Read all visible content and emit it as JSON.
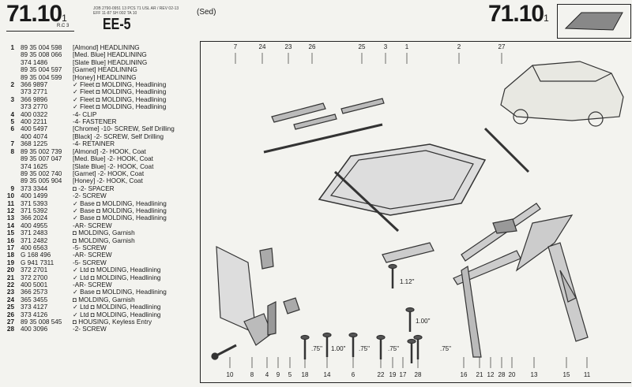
{
  "header": {
    "page_number": "71.10",
    "page_sub": "1",
    "rc": "R.C 3",
    "job_line": "JOB 2790-0951 13 PCS 71 USL AR / REV 02-13 EFF 11-87 SH 002 TA 10",
    "section": "EE-5",
    "body_style": "(Sed)"
  },
  "parts": [
    {
      "ref": "1",
      "pn": "89 35 004 598",
      "desc": "[Almond]  HEADLINING"
    },
    {
      "ref": "",
      "pn": "89 35 008 066",
      "desc": "[Med. Blue]  HEADLINING"
    },
    {
      "ref": "",
      "pn": "374 1486",
      "desc": "[Slate Blue]  HEADLINING"
    },
    {
      "ref": "",
      "pn": "89 35 004 597",
      "desc": "[Garnet]  HEADLINING"
    },
    {
      "ref": "",
      "pn": "89 35 004 599",
      "desc": "[Honey]  HEADLINING"
    },
    {
      "ref": "2",
      "pn": "366 9897",
      "desc": "✓ Fleet ◘  MOLDING, Headlining"
    },
    {
      "ref": "",
      "pn": "373 2771",
      "desc": "✓ Fleet ◘  MOLDING, Headlining"
    },
    {
      "ref": "3",
      "pn": "366 9896",
      "desc": "✓ Fleet ◘  MOLDING, Headlining"
    },
    {
      "ref": "",
      "pn": "373 2770",
      "desc": "✓ Fleet ◘  MOLDING, Headlining"
    },
    {
      "ref": "4",
      "pn": "400 0322",
      "desc": "-4- CLIP"
    },
    {
      "ref": "5",
      "pn": "400 2211",
      "desc": "-4- FASTENER"
    },
    {
      "ref": "6",
      "pn": "400 5497",
      "desc": "[Chrome]  -10- SCREW, Self Drilling"
    },
    {
      "ref": "",
      "pn": "400 4074",
      "desc": "[Black]  -2- SCREW, Self Drilling"
    },
    {
      "ref": "7",
      "pn": "368 1225",
      "desc": "-4- RETAINER"
    },
    {
      "ref": "8",
      "pn": "89 35 002 739",
      "desc": "[Almond]  -2- HOOK, Coat"
    },
    {
      "ref": "",
      "pn": "89 35 007 047",
      "desc": "[Med. Blue]  -2- HOOK, Coat"
    },
    {
      "ref": "",
      "pn": "374 1625",
      "desc": "[Slate Blue]  -2- HOOK, Coat"
    },
    {
      "ref": "",
      "pn": "89 35 002 740",
      "desc": "[Garnet]  -2- HOOK, Coat"
    },
    {
      "ref": "",
      "pn": "89 35 005 904",
      "desc": "[Honey]  -2- HOOK, Coat"
    },
    {
      "ref": "9",
      "pn": "373 3344",
      "desc": "◘  -2- SPACER"
    },
    {
      "ref": "10",
      "pn": "400 1499",
      "desc": "-2- SCREW"
    },
    {
      "ref": "11",
      "pn": "371 5393",
      "desc": "✓ Base ◘  MOLDING, Headlining"
    },
    {
      "ref": "12",
      "pn": "371 5392",
      "desc": "✓ Base ◘  MOLDING, Headlining"
    },
    {
      "ref": "13",
      "pn": "366 2024",
      "desc": "✓ Base ◘  MOLDING, Headlining"
    },
    {
      "ref": "14",
      "pn": "400 4955",
      "desc": "-AR- SCREW"
    },
    {
      "ref": "15",
      "pn": "371 2483",
      "desc": "◘  MOLDING, Garnish"
    },
    {
      "ref": "16",
      "pn": "371 2482",
      "desc": "◘  MOLDING, Garnish"
    },
    {
      "ref": "17",
      "pn": "400 6563",
      "desc": "-5- SCREW"
    },
    {
      "ref": "18",
      "pn": "G 168 496",
      "desc": "-AR- SCREW"
    },
    {
      "ref": "19",
      "pn": "G 941 7311",
      "desc": "-5- SCREW"
    },
    {
      "ref": "20",
      "pn": "372 2701",
      "desc": "✓ Ltd ◘  MOLDING, Headlining"
    },
    {
      "ref": "21",
      "pn": "372 2700",
      "desc": "✓ Ltd ◘  MOLDING, Headlining"
    },
    {
      "ref": "22",
      "pn": "400 5001",
      "desc": "-AR- SCREW"
    },
    {
      "ref": "23",
      "pn": "366 2573",
      "desc": "✓ Base ◘  MOLDING, Headlining"
    },
    {
      "ref": "24",
      "pn": "365 3455",
      "desc": "◘  MOLDING, Garnish"
    },
    {
      "ref": "25",
      "pn": "373 4127",
      "desc": "✓ Ltd ◘  MOLDING, Headlining"
    },
    {
      "ref": "26",
      "pn": "373 4126",
      "desc": "✓ Ltd ◘  MOLDING, Headlining"
    },
    {
      "ref": "27",
      "pn": "89 35 008 545",
      "desc": "◘  HOUSING, Keyless Entry"
    },
    {
      "ref": "28",
      "pn": "400 3096",
      "desc": "-2- SCREW"
    }
  ],
  "callouts_top": [
    "7",
    "24",
    "23",
    "26",
    "25",
    "3",
    "1",
    "2",
    "27"
  ],
  "callouts_bottom": [
    "10",
    "8",
    "4",
    "9",
    "5",
    "18",
    "14",
    "6",
    "22",
    "19",
    "17",
    "28",
    "16",
    "21",
    "12",
    "28",
    "20",
    "13",
    "15",
    "11"
  ],
  "dimensions": [
    "1.12\"",
    "1.00\"",
    ".75\"",
    "1.00\"",
    ".75\"",
    ".75\"",
    ".75\""
  ]
}
